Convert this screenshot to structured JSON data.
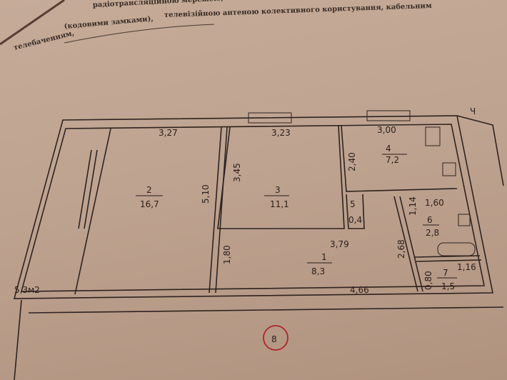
{
  "document_text": {
    "line1": "радіотрансляційною мережею,",
    "line2": "телевізійною антеною колективного користування, кабельним",
    "line3": "(кодовими замками),",
    "line4": "телебаченням,"
  },
  "plan": {
    "rooms": [
      {
        "number": "1",
        "area": "8,3"
      },
      {
        "number": "2",
        "area": "16,7"
      },
      {
        "number": "3",
        "area": "11,1"
      },
      {
        "number": "4",
        "area": "7,2"
      },
      {
        "number": "5",
        "area": "0,4"
      },
      {
        "number": "6",
        "area": "2,8"
      },
      {
        "number": "7",
        "area": "1,5"
      }
    ],
    "dimensions": {
      "room2_width": "3,27",
      "room3_width": "3,23",
      "room4_width": "3,00",
      "room4_depth": "2,40",
      "room3_depth": "3,45",
      "room2_depth": "5,10",
      "corridor_depth": "1,80",
      "room3_bottom": "3,79",
      "corridor_length": "4,66",
      "bath_depth": "1,14",
      "bath_width": "1,60",
      "bath_side": "2,68",
      "wc_depth": "0,80",
      "wc_width": "1,16"
    },
    "balcony_area": "5,3м2",
    "corner_mark": "Ч",
    "circled_number": "8"
  },
  "colors": {
    "paper": "#c5ab98",
    "ink": "#2e2320",
    "circle": "#b0242a"
  }
}
